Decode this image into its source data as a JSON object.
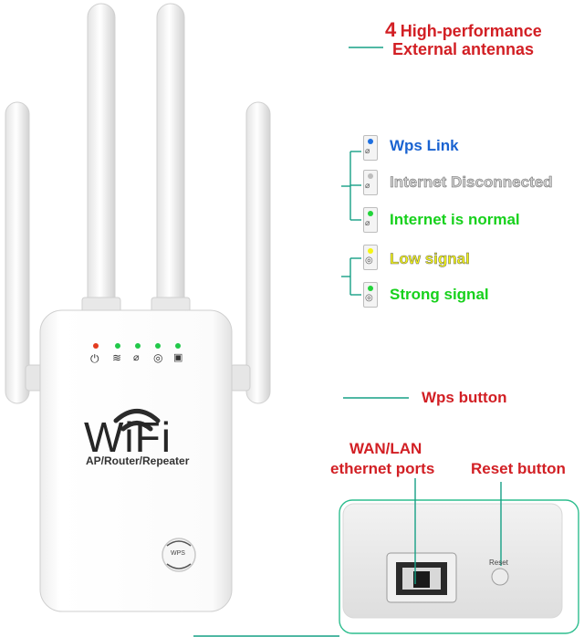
{
  "antenna_callout": {
    "number": "4",
    "line1": "High-performance",
    "line2": "External antennas"
  },
  "indicators": [
    {
      "label": "Wps Link",
      "color": "#1a63d1",
      "dot_color": "#1e6fe0",
      "icon": "wps-icon",
      "wps_text": "WPS"
    },
    {
      "label": "Internet Disconnected",
      "color": "#c8c8c8",
      "dot_color": "#bdbdbd",
      "icon": "wps-icon",
      "wps_text": "WPS"
    },
    {
      "label": "Internet is normal",
      "color": "#17d11c",
      "dot_color": "#22d43a",
      "icon": "wps-icon",
      "wps_text": "WPS"
    },
    {
      "label": "Low signal",
      "color": "#f5f514",
      "dot_color": "#f5f514",
      "icon": "signal-icon"
    },
    {
      "label": "Strong signal",
      "color": "#17d11c",
      "dot_color": "#22d43a",
      "icon": "signal-icon"
    }
  ],
  "wps_button_callout": "Wps button",
  "wan_lan_callout": {
    "line1": "WAN/LAN",
    "line2": "ethernet ports"
  },
  "reset_callout": "Reset button",
  "device": {
    "brand": "WiFi",
    "subtitle": "AP/Router/Repeater",
    "wps_button_text": "WPS",
    "reset_label": "Reset",
    "led_colors": [
      "#e33b1f",
      "#21c94a",
      "#21c94a",
      "#21c94a",
      "#21c94a"
    ],
    "led_icons": [
      "power-icon",
      "wifi-icon",
      "wps-icon",
      "signal-icon",
      "lan-icon"
    ]
  }
}
